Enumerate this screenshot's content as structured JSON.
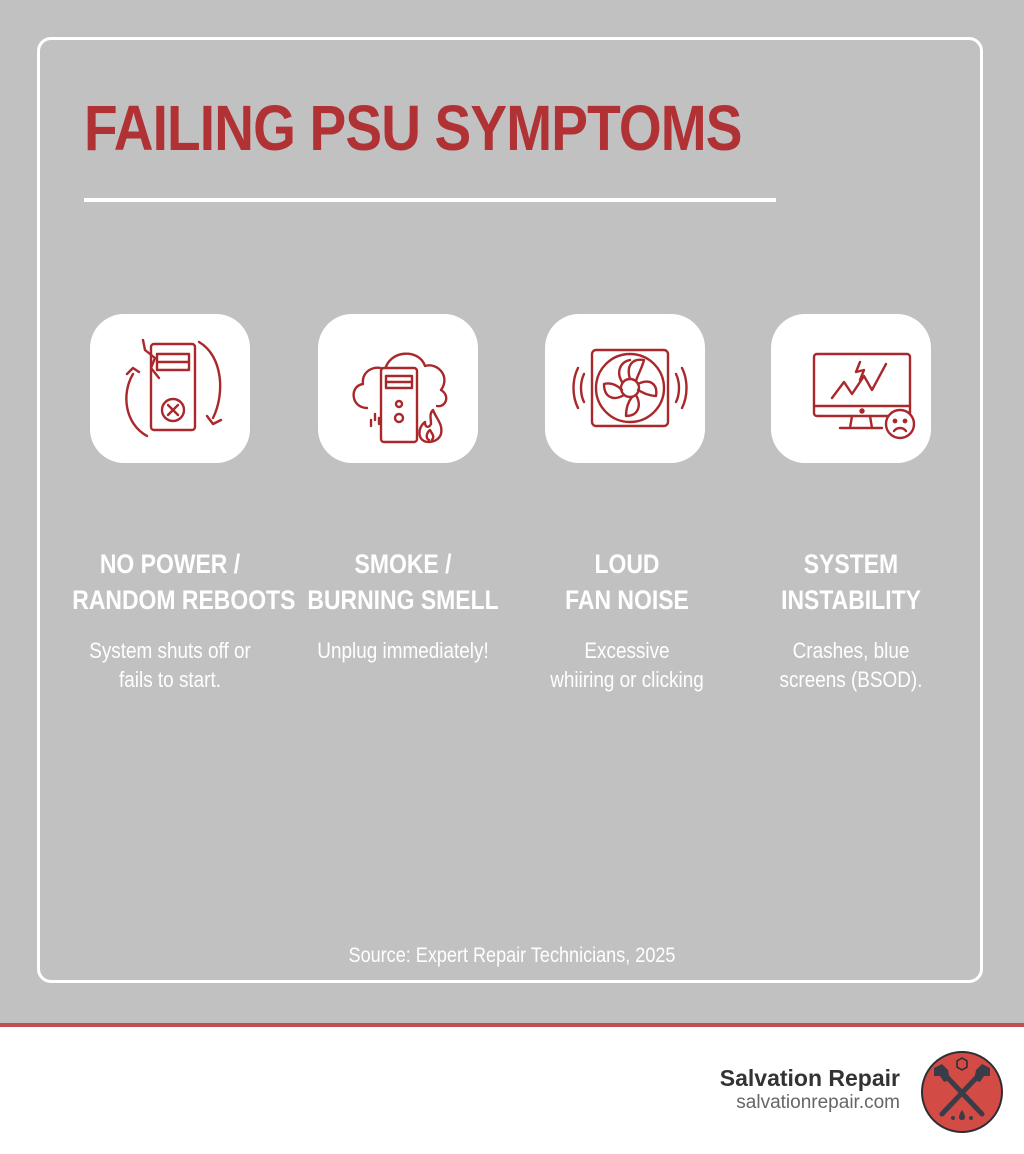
{
  "title": "FAILING PSU SYMPTOMS",
  "symptoms": [
    {
      "icon": "psu-reboot-icon",
      "heading": [
        "NO POWER /",
        "RANDOM REBOOTS"
      ],
      "description": [
        "System shuts off or",
        "fails to start."
      ]
    },
    {
      "icon": "smoke-burning-psu-icon",
      "heading": [
        "SMOKE /",
        "BURNING SMELL"
      ],
      "description": [
        "Unplug immediately!"
      ]
    },
    {
      "icon": "loud-fan-icon",
      "heading": [
        "LOUD",
        "FAN NOISE"
      ],
      "description": [
        "Excessive",
        "whiiring or clicking"
      ]
    },
    {
      "icon": "unstable-monitor-icon",
      "heading": [
        "SYSTEM",
        "INSTABILITY"
      ],
      "description": [
        "Crashes, blue",
        "screens (BSOD)."
      ]
    }
  ],
  "source": "Source: Expert Repair Technicians, 2025",
  "footer": {
    "brand_name": "Salvation Repair",
    "brand_url": "salvationrepair.com",
    "logo_icon": "crossed-wrenches-icon"
  },
  "colors": {
    "accent": "#b03234",
    "background": "#c1c1c1",
    "footer_rule": "#c0504f",
    "logo_fill": "#d24b45"
  }
}
